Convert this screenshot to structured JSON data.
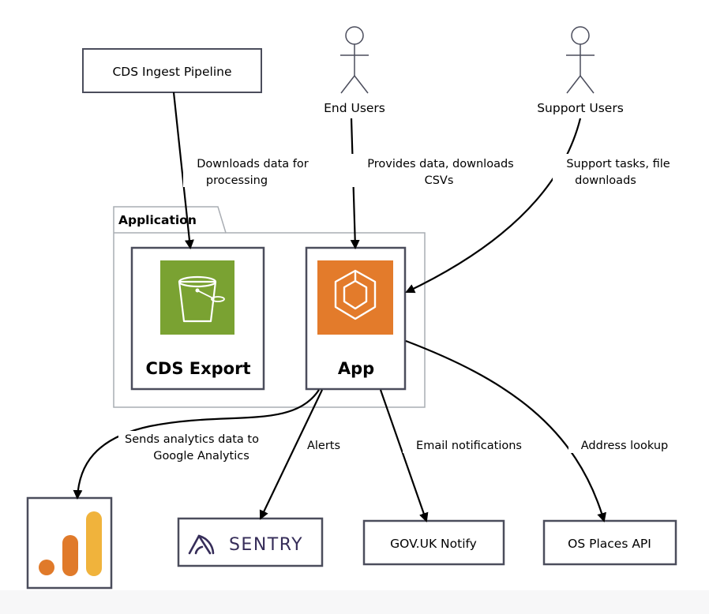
{
  "nodes": {
    "cds_ingest": "CDS Ingest Pipeline",
    "end_users": "End Users",
    "support_users": "Support Users",
    "application": "Application",
    "cds_export": "CDS Export",
    "app": "App",
    "sentry": "SENTRY",
    "govuk_notify": "GOV.UK Notify",
    "os_places": "OS Places API"
  },
  "edges": {
    "ingest_line1": "Downloads data for",
    "ingest_line2": "processing",
    "end_users_line1": "Provides data, downloads",
    "end_users_line2": "CSVs",
    "support_line1": "Support tasks, file",
    "support_line2": "downloads",
    "analytics_line1": "Sends analytics data to",
    "analytics_line2": "Google Analytics",
    "alerts": "Alerts",
    "email": "Email notifications",
    "address": "Address lookup"
  },
  "icons": {
    "s3": "s3-bucket-icon",
    "ecs": "ecs-container-icon",
    "analytics": "google-analytics-icon",
    "sentry": "sentry-logo-icon",
    "actor": "stick-figure-icon"
  },
  "colors": {
    "box_border": "#4b4d5c",
    "group_border": "#a9adb3",
    "s3_green": "#7aa232",
    "ecs_orange": "#e37b2b",
    "ga_orange": "#e07a2a",
    "ga_yellow": "#f0b33c",
    "sentry_purple": "#362d59"
  }
}
